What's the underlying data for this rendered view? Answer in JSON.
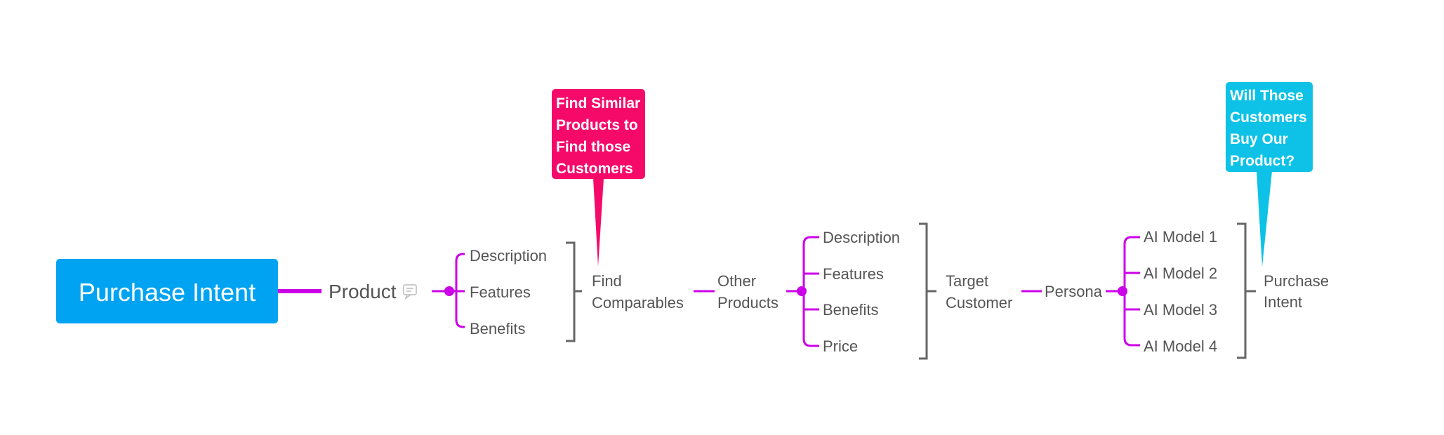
{
  "colors": {
    "root_fill": "#00A3F2",
    "branch": "#CC00E8",
    "bracket": "#666666",
    "text": "#555555",
    "callout_pink": "#F50A6A",
    "callout_cyan": "#0DC2E6",
    "note_icon": "#BBBBBB"
  },
  "root": {
    "label": "Purchase Intent"
  },
  "product": {
    "label": "Product",
    "note_icon": "note-icon"
  },
  "product_attributes": [
    "Description",
    "Features",
    "Benefits"
  ],
  "find_comparables": {
    "line1": "Find",
    "line2": "Comparables"
  },
  "other_products": {
    "line1": "Other",
    "line2": "Products"
  },
  "other_attributes": [
    "Description",
    "Features",
    "Benefits",
    "Price"
  ],
  "target_customer": {
    "line1": "Target",
    "line2": "Customer"
  },
  "persona": {
    "label": "Persona"
  },
  "models": [
    "AI Model 1",
    "AI Model 2",
    "AI Model 3",
    "AI Model 4"
  ],
  "purchase_intent_summary": {
    "line1": "Purchase",
    "line2": "Intent"
  },
  "callout_similar": {
    "lines": [
      "Find Similar",
      "Products to",
      "Find those",
      "Customers"
    ]
  },
  "callout_will_buy": {
    "lines": [
      "Will Those",
      "Customers",
      "Buy Our",
      "Product?"
    ]
  }
}
